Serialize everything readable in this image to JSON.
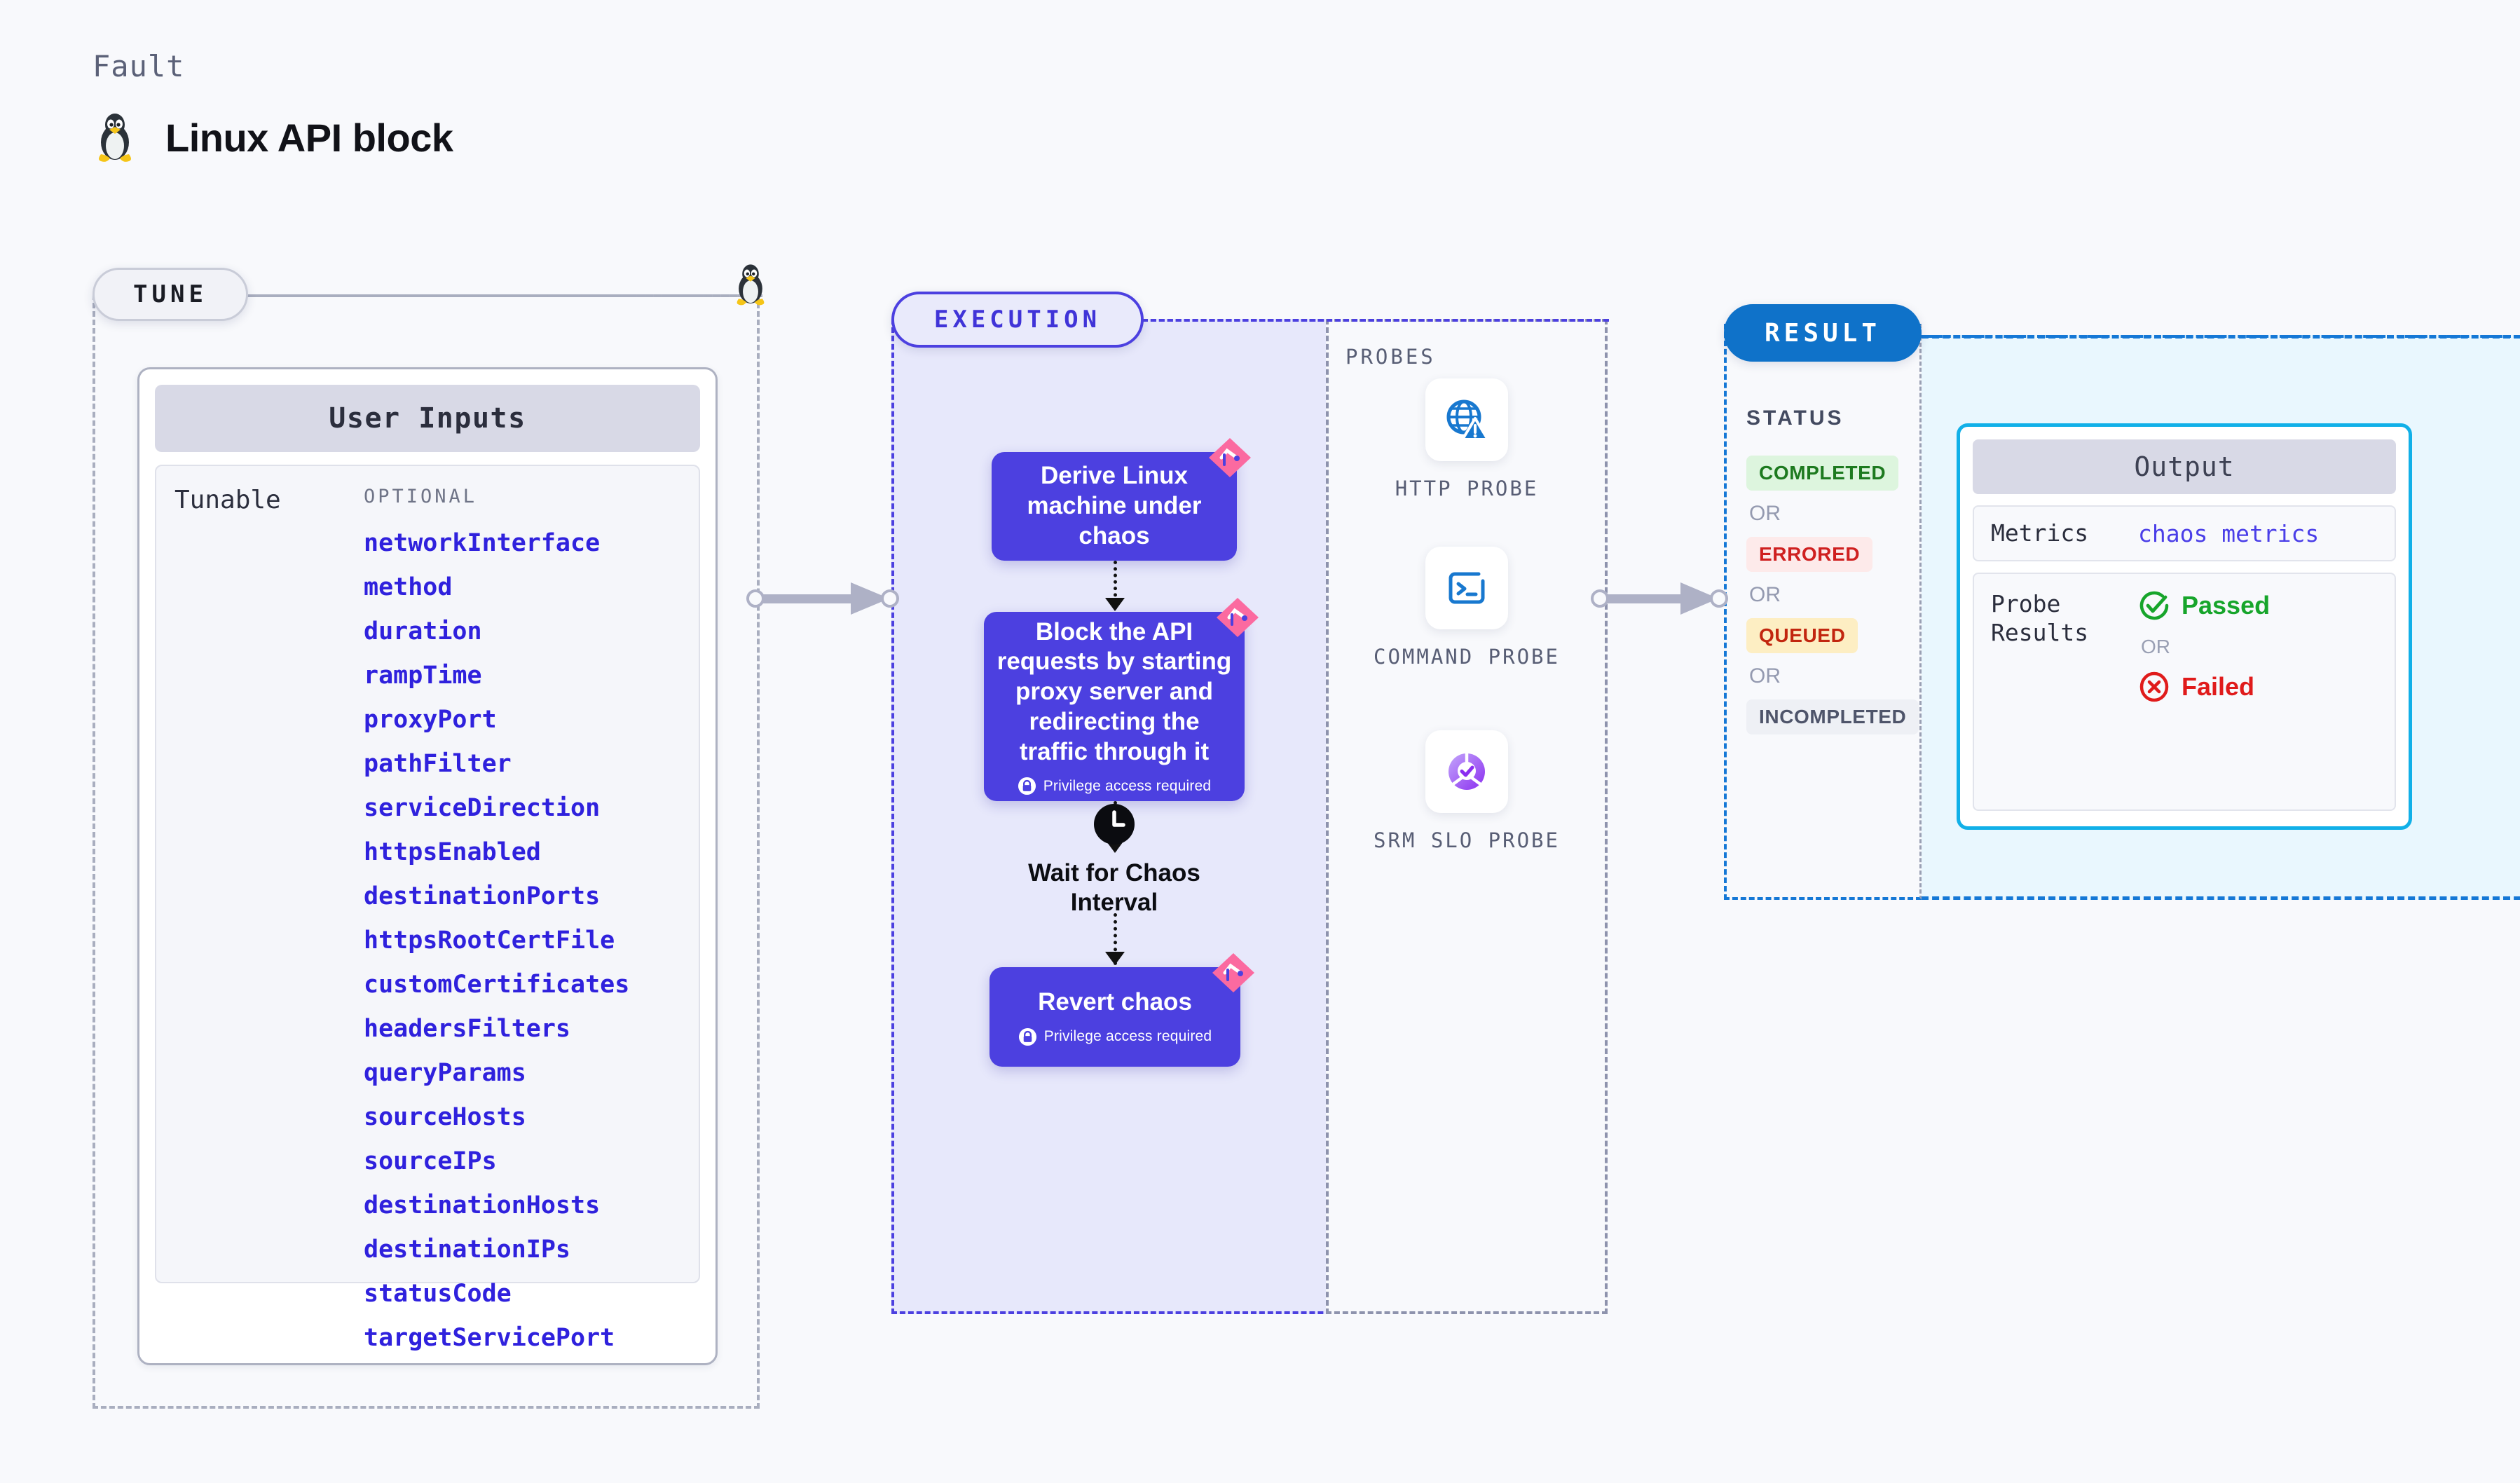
{
  "header": {
    "kicker": "Fault",
    "title": "Linux API block",
    "logo_icon": "tux-penguin-icon"
  },
  "sections": {
    "tune": {
      "badge": "TUNE"
    },
    "execution": {
      "badge": "EXECUTION"
    },
    "result": {
      "badge": "RESULT"
    }
  },
  "tune": {
    "card_title": "User Inputs",
    "group_label": "Tunable",
    "column_label": "OPTIONAL",
    "parameters": [
      "networkInterface",
      "method",
      "duration",
      "rampTime",
      "proxyPort",
      "pathFilter",
      "serviceDirection",
      "httpsEnabled",
      "destinationPorts",
      "httpsRootCertFile",
      "customCertificates",
      "headersFilters",
      "queryParams",
      "sourceHosts",
      "sourceIPs",
      "destinationHosts",
      "destinationIPs",
      "statusCode",
      "targetServicePort"
    ]
  },
  "execution": {
    "nodes": [
      {
        "text": "Derive Linux machine under chaos",
        "privilege": null
      },
      {
        "text": "Block the API requests by starting proxy server and redirecting the traffic through it",
        "privilege": "Privilege access required"
      },
      {
        "text": "Revert chaos",
        "privilege": "Privilege access required"
      }
    ],
    "wait": {
      "label": "Wait for Chaos Interval",
      "icon": "clock-icon"
    }
  },
  "probes": {
    "title": "PROBES",
    "items": [
      {
        "label": "HTTP PROBE",
        "icon": "globe-warning-icon"
      },
      {
        "label": "COMMAND PROBE",
        "icon": "terminal-icon"
      },
      {
        "label": "SRM SLO PROBE",
        "icon": "slo-check-icon"
      }
    ]
  },
  "result": {
    "status_title": "STATUS",
    "or_label": "OR",
    "statuses": [
      {
        "label": "COMPLETED",
        "tone": "green"
      },
      {
        "label": "ERRORED",
        "tone": "red"
      },
      {
        "label": "QUEUED",
        "tone": "amber"
      },
      {
        "label": "INCOMPLETED",
        "tone": "gray"
      }
    ]
  },
  "output": {
    "title": "Output",
    "metrics_key": "Metrics",
    "metrics_value": "chaos metrics",
    "probe_key": "Probe Results",
    "or_label": "OR",
    "passed_label": "Passed",
    "failed_label": "Failed",
    "passed_icon": "check-circle-icon",
    "failed_icon": "x-circle-icon"
  },
  "colors": {
    "indigo": "#4c40e0",
    "param_blue": "#2f21dd",
    "result_blue": "#0f72c9",
    "cyan": "#11b0e8",
    "pink": "#fb6aa0",
    "pass_green": "#17a52b",
    "fail_red": "#e01b1b"
  }
}
